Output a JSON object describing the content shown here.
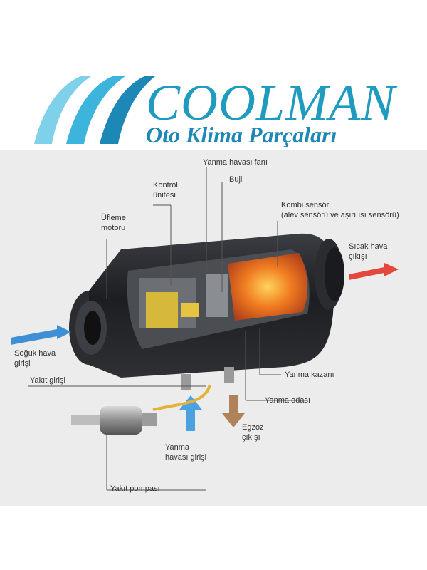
{
  "brand": {
    "name": "COOLMAN",
    "tagline": "Oto Klima Parçaları",
    "colors": {
      "primary": "#1e9bbf",
      "secondary": "#1d87b5",
      "light": "#5cc0de"
    },
    "logo_icon": "three-wave-stripes"
  },
  "diagram": {
    "background": "#ececec",
    "labels": {
      "yanma_havasi_fani": "Yanma havası fanı",
      "kontrol_unitesi_1": "Kontrol",
      "kontrol_unitesi_2": "ünitesi",
      "buji": "Buji",
      "ufleme_motoru_1": "Üfleme",
      "ufleme_motoru_2": "motoru",
      "kombi_sensor_1": "Kombi sensör",
      "kombi_sensor_2": "(alev sensörü ve aşırı ısı sensörü)",
      "sicak_hava_1": "Sıcak hava",
      "sicak_hava_2": "çıkışı",
      "soguk_hava_1": "Soğuk hava",
      "soguk_hava_2": "girişi",
      "yakit_girisi": "Yakıt girişi",
      "yanma_kazani": "Yanma kazanı",
      "yanma_odasi": "Yanma odası",
      "egzoz_1": "Egzoz",
      "egzoz_2": "çıkışı",
      "yanma_havasi_girisi_1": "Yanma",
      "yanma_havasi_girisi_2": "havası girişi",
      "yakit_pompasi": "Yakıt pompası"
    },
    "arrow_colors": {
      "cold_air": "#3d8fd6",
      "hot_air": "#e2483d",
      "fuel": "#e2b23a",
      "combustion_air": "#4aa3e0",
      "exhaust": "#b0825a"
    }
  }
}
